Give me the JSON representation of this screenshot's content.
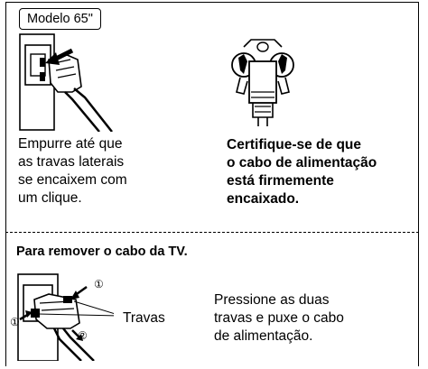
{
  "model_label": "Modelo 65\"",
  "step1": {
    "lines": [
      "Empurre até que",
      "as travas laterais",
      "se encaixem com",
      "um clique."
    ]
  },
  "step2": {
    "lines": [
      "Certifique-se de que",
      "o cabo de alimentação",
      "está firmemente",
      "encaixado."
    ]
  },
  "remove": {
    "heading": "Para remover o cabo da TV.",
    "label": "Travas",
    "callout_1": "①",
    "callout_2": "②",
    "lines": [
      "Pressione as duas",
      "travas e puxe o cabo",
      "de alimentação."
    ]
  }
}
